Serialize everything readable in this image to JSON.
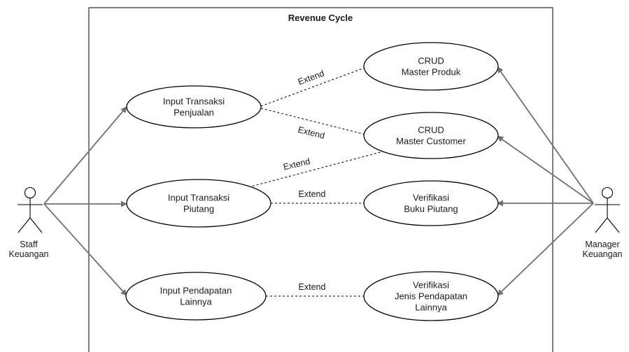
{
  "system": {
    "title": "Revenue Cycle"
  },
  "actors": [
    {
      "id": "staff",
      "lines": [
        "Staff",
        "Keuangan"
      ]
    },
    {
      "id": "manager",
      "lines": [
        "Manager",
        "Keuangan"
      ]
    }
  ],
  "use_cases": [
    {
      "id": "input-transaksi-penjualan",
      "lines": [
        "Input Transaksi",
        "Penjualan"
      ]
    },
    {
      "id": "input-transaksi-piutang",
      "lines": [
        "Input Transaksi",
        "Piutang"
      ]
    },
    {
      "id": "input-pendapatan-lainnya",
      "lines": [
        "Input Pendapatan",
        "Lainnya"
      ]
    },
    {
      "id": "crud-master-produk",
      "lines": [
        "CRUD",
        "Master Produk"
      ]
    },
    {
      "id": "crud-master-customer",
      "lines": [
        "CRUD",
        "Master Customer"
      ]
    },
    {
      "id": "verifikasi-buku-piutang",
      "lines": [
        "Verifikasi",
        "Buku Piutang"
      ]
    },
    {
      "id": "verifikasi-jenis-pendapatan",
      "lines": [
        "Verifikasi",
        "Jenis Pendapatan",
        "Lainnya"
      ]
    }
  ],
  "associations": [
    {
      "from": "staff",
      "to": "input-transaksi-penjualan"
    },
    {
      "from": "staff",
      "to": "input-transaksi-piutang"
    },
    {
      "from": "staff",
      "to": "input-pendapatan-lainnya"
    },
    {
      "from": "manager",
      "to": "crud-master-produk"
    },
    {
      "from": "manager",
      "to": "crud-master-customer"
    },
    {
      "from": "manager",
      "to": "verifikasi-buku-piutang"
    },
    {
      "from": "manager",
      "to": "verifikasi-jenis-pendapatan"
    }
  ],
  "relations": [
    {
      "from": "input-transaksi-penjualan",
      "to": "crud-master-produk",
      "label": "Extend"
    },
    {
      "from": "input-transaksi-penjualan",
      "to": "crud-master-customer",
      "label": "Extend"
    },
    {
      "from": "input-transaksi-piutang",
      "to": "crud-master-customer",
      "label": "Extend"
    },
    {
      "from": "input-transaksi-piutang",
      "to": "verifikasi-buku-piutang",
      "label": "Extend"
    },
    {
      "from": "input-pendapatan-lainnya",
      "to": "verifikasi-jenis-pendapatan",
      "label": "Extend"
    }
  ]
}
